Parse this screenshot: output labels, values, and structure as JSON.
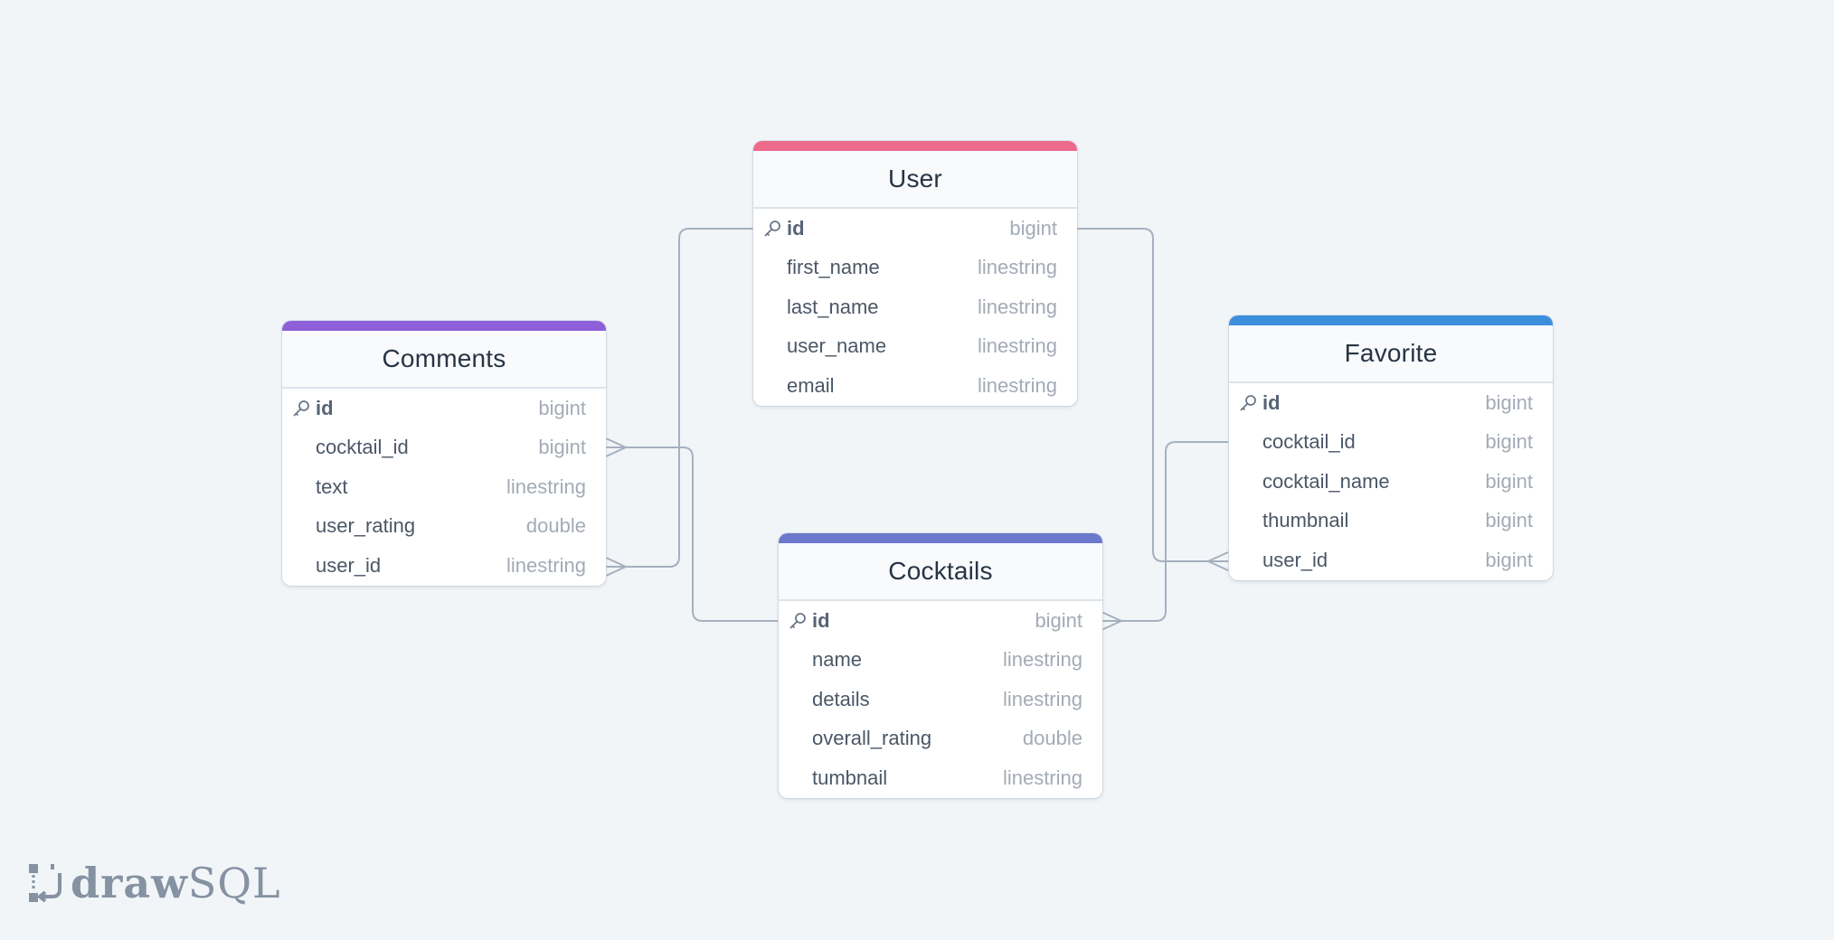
{
  "colors": {
    "background": "#f1f5f8",
    "connector": "#a5b0bf",
    "user_accent": "#ec6a8c",
    "comments_accent": "#8f5fd9",
    "favorite_accent": "#3c8fdd",
    "cocktails_accent": "#6b78cc"
  },
  "tables": {
    "user": {
      "title": "User",
      "rows": [
        {
          "name": "id",
          "type": "bigint",
          "pk": true
        },
        {
          "name": "first_name",
          "type": "linestring"
        },
        {
          "name": "last_name",
          "type": "linestring"
        },
        {
          "name": "user_name",
          "type": "linestring"
        },
        {
          "name": "email",
          "type": "linestring"
        }
      ]
    },
    "comments": {
      "title": "Comments",
      "rows": [
        {
          "name": "id",
          "type": "bigint",
          "pk": true
        },
        {
          "name": "cocktail_id",
          "type": "bigint"
        },
        {
          "name": "text",
          "type": "linestring"
        },
        {
          "name": "user_rating",
          "type": "double"
        },
        {
          "name": "user_id",
          "type": "linestring"
        }
      ]
    },
    "favorite": {
      "title": "Favorite",
      "rows": [
        {
          "name": "id",
          "type": "bigint",
          "pk": true
        },
        {
          "name": "cocktail_id",
          "type": "bigint"
        },
        {
          "name": "cocktail_name",
          "type": "bigint"
        },
        {
          "name": "thumbnail",
          "type": "bigint"
        },
        {
          "name": "user_id",
          "type": "bigint"
        }
      ]
    },
    "cocktails": {
      "title": "Cocktails",
      "rows": [
        {
          "name": "id",
          "type": "bigint",
          "pk": true
        },
        {
          "name": "name",
          "type": "linestring"
        },
        {
          "name": "details",
          "type": "linestring"
        },
        {
          "name": "overall_rating",
          "type": "double"
        },
        {
          "name": "tumbnail",
          "type": "linestring"
        }
      ]
    }
  },
  "logo": {
    "draw": "draw",
    "sql": "SQL",
    "icon": "drawsql-logo-icon"
  }
}
